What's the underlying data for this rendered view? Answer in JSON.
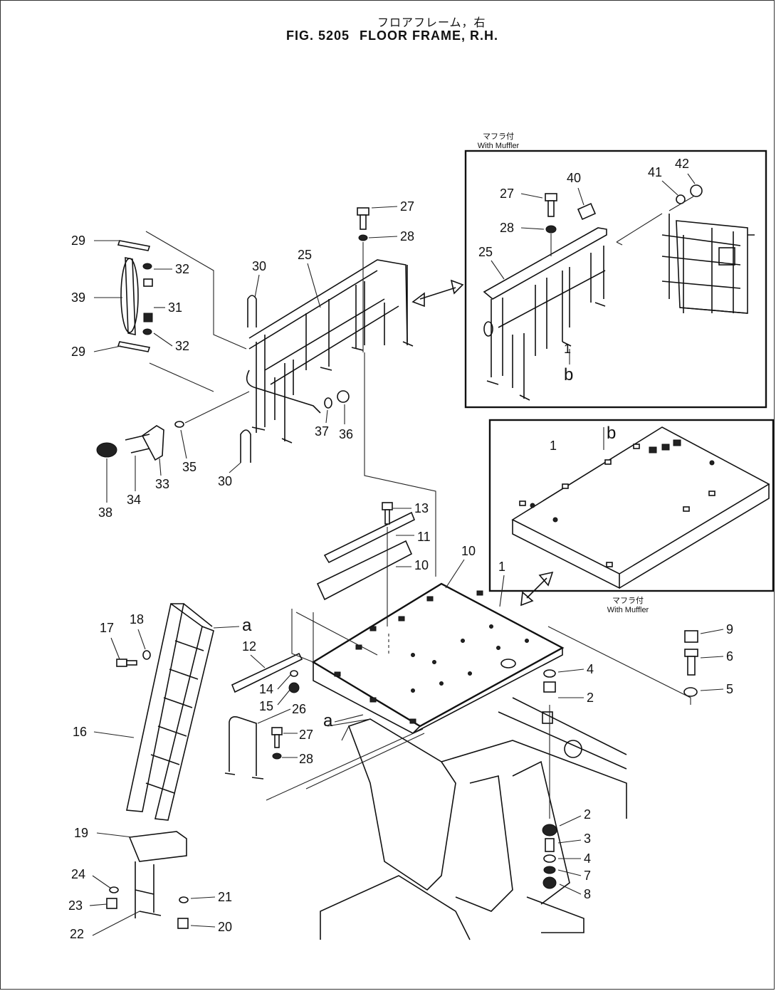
{
  "header": {
    "title_jp": "フロアフレーム，右",
    "fig_label": "FIG. 5205",
    "title_en": "FLOOR FRAME, R.H."
  },
  "insets": {
    "upper": {
      "label_jp": "マフラ付",
      "label_en": "With Muffler"
    },
    "lower": {
      "label_jp": "マフラ付",
      "label_en": "With Muffler"
    }
  },
  "refs": {
    "a": "a",
    "b": "b"
  },
  "callouts": [
    {
      "id": "29-top",
      "text": "29"
    },
    {
      "id": "32-top",
      "text": "32"
    },
    {
      "id": "39",
      "text": "39"
    },
    {
      "id": "31",
      "text": "31"
    },
    {
      "id": "29-bottom",
      "text": "29"
    },
    {
      "id": "32-bottom",
      "text": "32"
    },
    {
      "id": "30-top",
      "text": "30"
    },
    {
      "id": "25-main",
      "text": "25"
    },
    {
      "id": "27-main",
      "text": "27"
    },
    {
      "id": "28-main",
      "text": "28"
    },
    {
      "id": "37",
      "text": "37"
    },
    {
      "id": "36",
      "text": "36"
    },
    {
      "id": "35",
      "text": "35"
    },
    {
      "id": "30-bottom",
      "text": "30"
    },
    {
      "id": "33",
      "text": "33"
    },
    {
      "id": "34",
      "text": "34"
    },
    {
      "id": "38",
      "text": "38"
    },
    {
      "id": "27-inset",
      "text": "27"
    },
    {
      "id": "28-inset",
      "text": "28"
    },
    {
      "id": "40",
      "text": "40"
    },
    {
      "id": "41",
      "text": "41"
    },
    {
      "id": "42",
      "text": "42"
    },
    {
      "id": "25-inset",
      "text": "25"
    },
    {
      "id": "1-inset-upper",
      "text": "1"
    },
    {
      "id": "1-inset-lower",
      "text": "1"
    },
    {
      "id": "13",
      "text": "13"
    },
    {
      "id": "11",
      "text": "11"
    },
    {
      "id": "10-a",
      "text": "10"
    },
    {
      "id": "10-b",
      "text": "10"
    },
    {
      "id": "1-main",
      "text": "1"
    },
    {
      "id": "17",
      "text": "17"
    },
    {
      "id": "18",
      "text": "18"
    },
    {
      "id": "12",
      "text": "12"
    },
    {
      "id": "14",
      "text": "14"
    },
    {
      "id": "15",
      "text": "15"
    },
    {
      "id": "26",
      "text": "26"
    },
    {
      "id": "27-lower",
      "text": "27"
    },
    {
      "id": "28-lower",
      "text": "28"
    },
    {
      "id": "16",
      "text": "16"
    },
    {
      "id": "9",
      "text": "9"
    },
    {
      "id": "6",
      "text": "6"
    },
    {
      "id": "5",
      "text": "5"
    },
    {
      "id": "4-top",
      "text": "4"
    },
    {
      "id": "2-top",
      "text": "2"
    },
    {
      "id": "2-bottom",
      "text": "2"
    },
    {
      "id": "3",
      "text": "3"
    },
    {
      "id": "4-bottom",
      "text": "4"
    },
    {
      "id": "7",
      "text": "7"
    },
    {
      "id": "8",
      "text": "8"
    },
    {
      "id": "19",
      "text": "19"
    },
    {
      "id": "24",
      "text": "24"
    },
    {
      "id": "23",
      "text": "23"
    },
    {
      "id": "22",
      "text": "22"
    },
    {
      "id": "21",
      "text": "21"
    },
    {
      "id": "20",
      "text": "20"
    }
  ]
}
